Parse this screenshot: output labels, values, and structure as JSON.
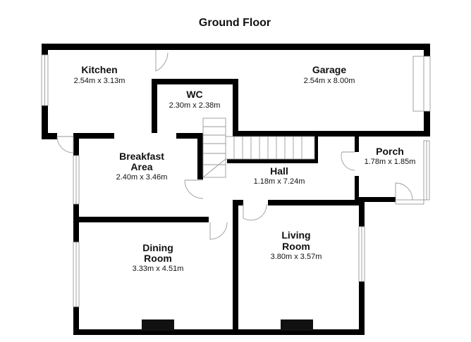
{
  "title": "Ground Floor",
  "rooms": {
    "kitchen": {
      "name": "Kitchen",
      "dim": "2.54m x 3.13m"
    },
    "garage": {
      "name": "Garage",
      "dim": "2.54m x 8.00m"
    },
    "wc": {
      "name": "WC",
      "dim": "2.30m x 2.38m"
    },
    "breakfast": {
      "name1": "Breakfast",
      "name2": "Area",
      "dim": "2.40m x 3.46m"
    },
    "porch": {
      "name": "Porch",
      "dim": "1.78m x 1.85m"
    },
    "hall": {
      "name": "Hall",
      "dim": "1.18m x 7.24m"
    },
    "dining": {
      "name1": "Dining",
      "name2": "Room",
      "dim": "3.33m x 4.51m"
    },
    "living": {
      "name1": "Living",
      "name2": "Room",
      "dim": "3.80m x 3.57m"
    }
  },
  "colors": {
    "wall": "#000000",
    "window": "#8a8a8a",
    "door": "#9a9a9a"
  }
}
